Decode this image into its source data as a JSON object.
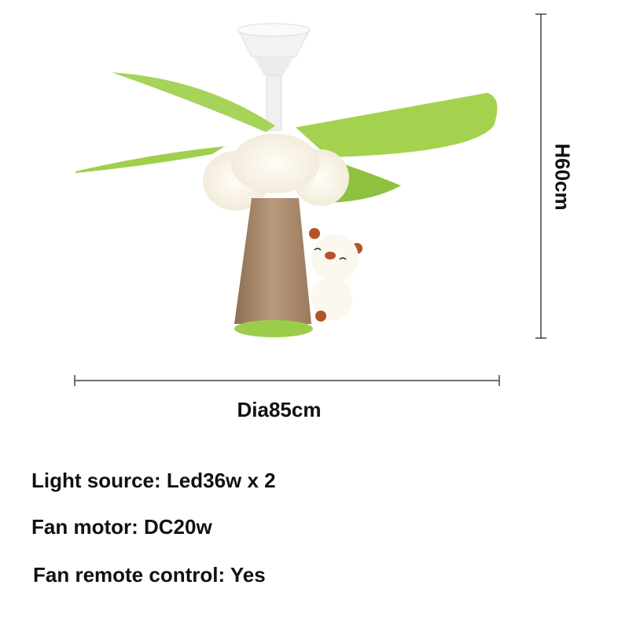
{
  "dimensions": {
    "diameter_label": "Dia85cm",
    "height_label": "H60cm"
  },
  "specs": [
    {
      "text": "Light source: Led36w x 2"
    },
    {
      "text": "Fan motor: DC20w"
    },
    {
      "text": "Fan remote control: Yes"
    }
  ],
  "colors": {
    "blade_green": "#9ccd4a",
    "wood": "#a88a6c",
    "bear_ears": "#b5532a"
  }
}
